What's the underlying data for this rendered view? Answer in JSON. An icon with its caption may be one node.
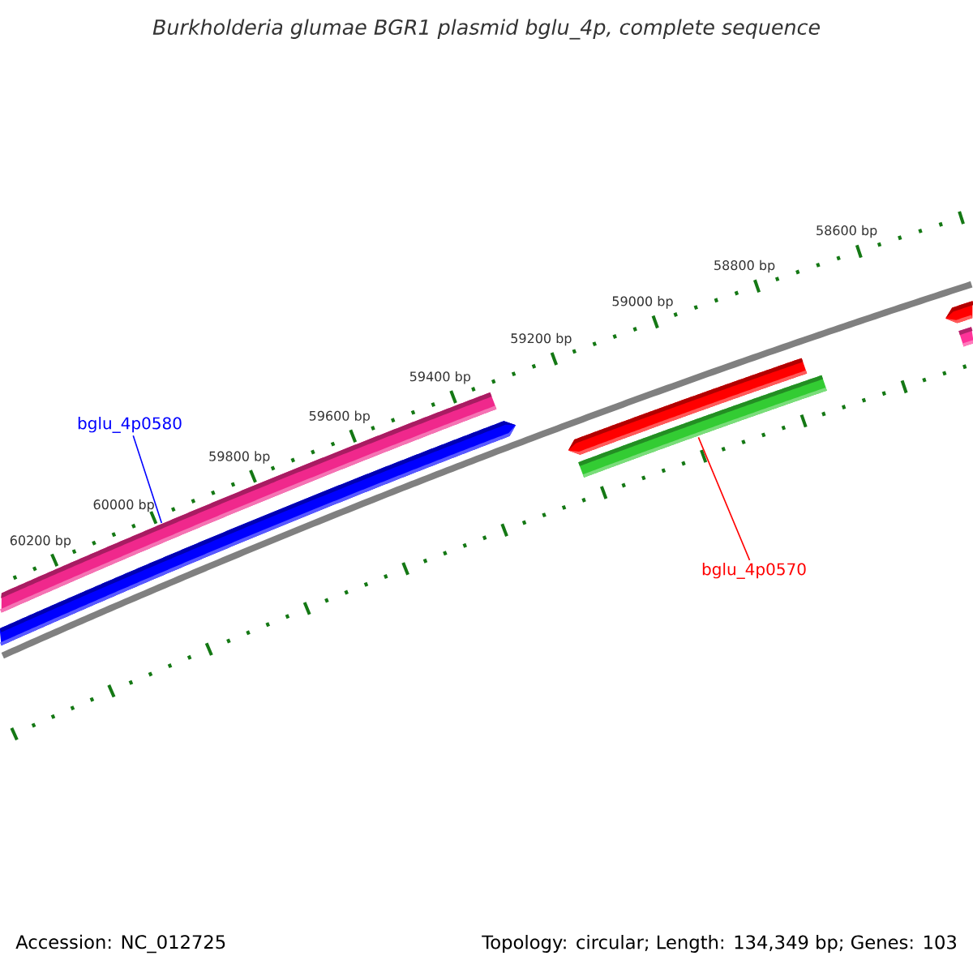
{
  "diagram": {
    "title": "Burkholderia glumae BGR1 plasmid bglu_4p, complete sequence",
    "nodes": [
      {
        "text": [
          "bglu_4p0580"
        ]
      },
      {
        "text": [],
        "shape": "bar"
      },
      {
        "text": [],
        "shape": "bar"
      },
      {
        "text": [],
        "shape": "bar"
      },
      {
        "text": [],
        "shape": "bar"
      },
      {
        "text": [
          "bglu_4p0570"
        ]
      },
      {
        "text": [],
        "shape": "bar"
      },
      {
        "text": [],
        "shape": "bar"
      }
    ],
    "edges": [
      {
        "from": 0,
        "to": 1,
        "arrow": "none",
        "color": "#0000ff"
      },
      {
        "from": 5,
        "to": 4,
        "arrow": "none",
        "color": "#ff0000"
      }
    ],
    "labels": [
      "58600 bp",
      "58800 bp",
      "59000 bp",
      "59200 bp",
      "59400 bp",
      "59600 bp",
      "59800 bp",
      "60000 bp",
      "60200 bp",
      "Accession: NC_012725",
      "Topology: circular; Length: 134,349 bp; Genes: 103"
    ]
  }
}
